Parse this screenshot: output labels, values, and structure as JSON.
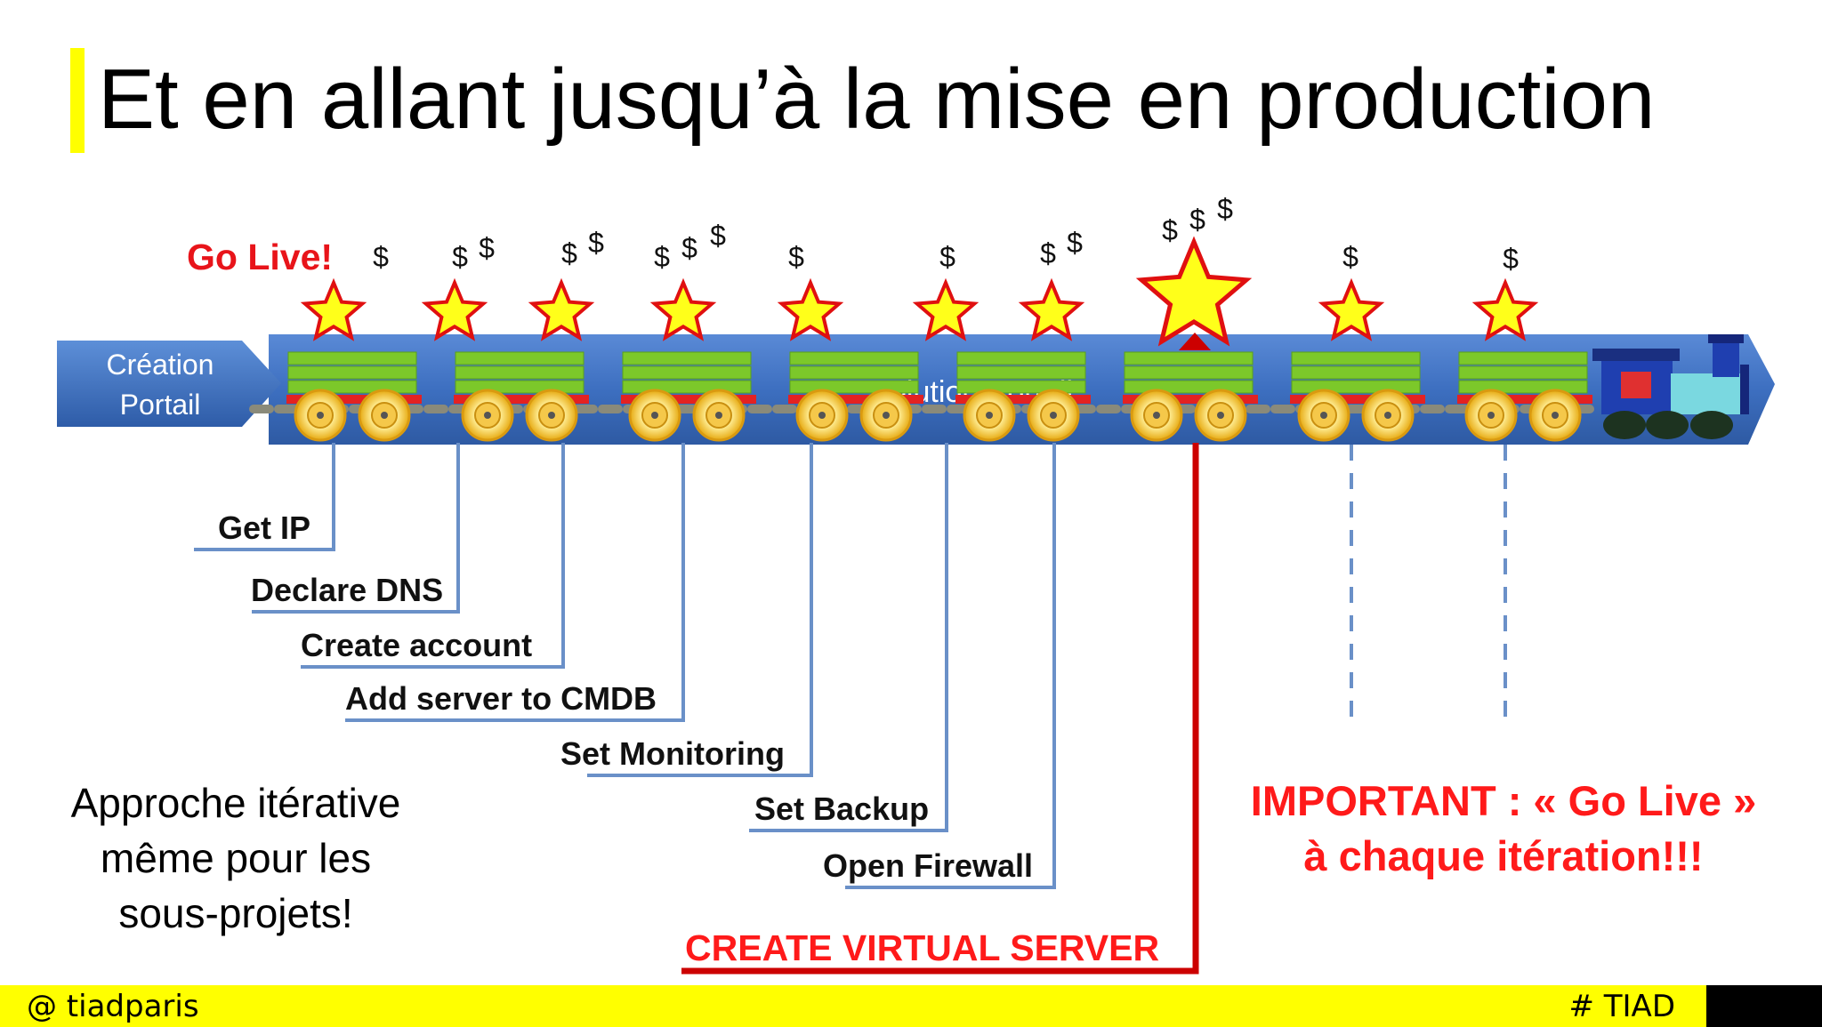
{
  "title": "Et en allant jusqu’à la mise en production",
  "go_live_label": "Go Live!",
  "start_label_line1": "Création",
  "start_label_line2": "Portail",
  "track_hidden_text": "olution Portail",
  "dollar_symbol": "$",
  "stations": [
    {
      "label": "Get IP",
      "dollars": 1
    },
    {
      "label": "Declare DNS",
      "dollars": 2
    },
    {
      "label": "Create account",
      "dollars": 2
    },
    {
      "label": "Add server to CMDB",
      "dollars": 3
    },
    {
      "label": "Set Monitoring",
      "dollars": 1
    },
    {
      "label": "Set Backup",
      "dollars": 1
    },
    {
      "label": "Open Firewall",
      "dollars": 2
    },
    {
      "label": "CREATE VIRTUAL SERVER",
      "dollars": 3
    },
    {
      "label": "",
      "dollars": 1
    },
    {
      "label": "",
      "dollars": 1
    }
  ],
  "approach_text": {
    "line1": "Approche itérative",
    "line2": "même pour les",
    "line3": "sous-projets!"
  },
  "important_text": {
    "line1": "IMPORTANT : « Go Live »",
    "line2": "à chaque itération!!!"
  },
  "footer": {
    "left": "@ tiadparis",
    "right": "# TIAD"
  },
  "colors": {
    "accent_yellow": "#ffff00",
    "track_blue": "#3d6fc0",
    "wagon_green": "#7cc82a",
    "wheel_yellow": "#f2c020",
    "highlight_red": "#cc0000",
    "connector_blue": "#6a90c8"
  }
}
